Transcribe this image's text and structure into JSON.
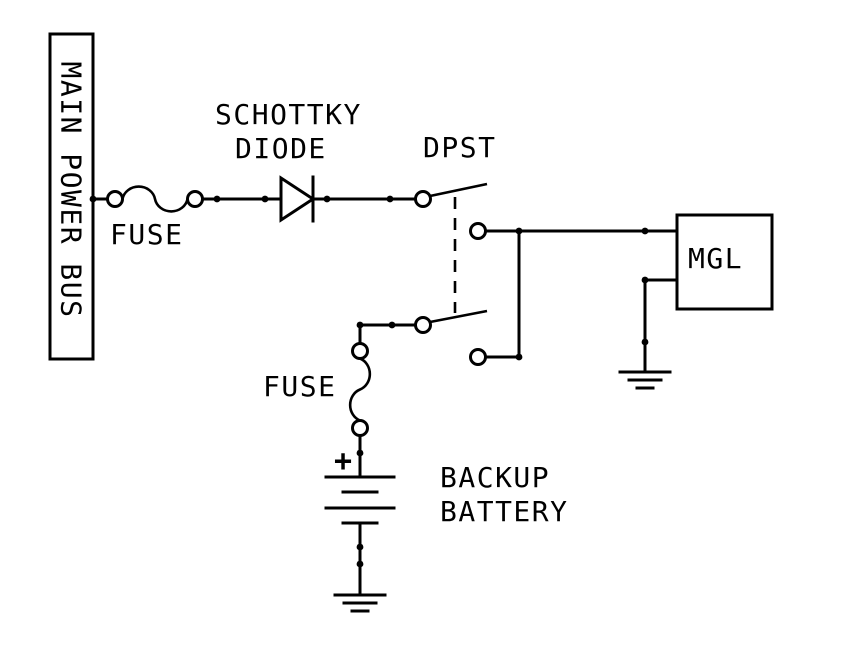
{
  "diagram": {
    "type": "circuit-schematic",
    "colors": {
      "stroke": "#000000",
      "background": "#ffffff"
    },
    "labels": {
      "bus": "MAIN POWER BUS",
      "main_fuse": "FUSE",
      "diode_line1": "SCHOTTKY",
      "diode_line2": "DIODE",
      "switch": "DPST",
      "device": "MGL",
      "backup_fuse": "FUSE",
      "battery_plus": "+",
      "battery_line1": "BACKUP",
      "battery_line2": "BATTERY"
    },
    "components": [
      {
        "name": "main-power-bus",
        "type": "bus-bar",
        "label": "MAIN POWER BUS"
      },
      {
        "name": "main-fuse",
        "type": "fuse",
        "label": "FUSE"
      },
      {
        "name": "schottky-diode",
        "type": "diode",
        "label": "SCHOTTKY DIODE"
      },
      {
        "name": "dpst-switch",
        "type": "double-pole-switch",
        "label": "DPST"
      },
      {
        "name": "mgl-unit",
        "type": "device-box",
        "label": "MGL"
      },
      {
        "name": "backup-fuse",
        "type": "fuse",
        "label": "FUSE"
      },
      {
        "name": "backup-battery",
        "type": "battery",
        "label": "BACKUP BATTERY",
        "polarity_marked": "+"
      },
      {
        "name": "battery-ground",
        "type": "earth-ground"
      },
      {
        "name": "mgl-ground",
        "type": "earth-ground"
      }
    ],
    "connections": [
      "MAIN POWER BUS -> FUSE -> SCHOTTKY DIODE -> DPST pole 1 -> MGL power input",
      "BACKUP BATTERY (+) -> FUSE -> DPST pole 2 -> MGL power input",
      "BACKUP BATTERY (-) -> earth ground",
      "MGL ground pin -> earth ground"
    ]
  }
}
